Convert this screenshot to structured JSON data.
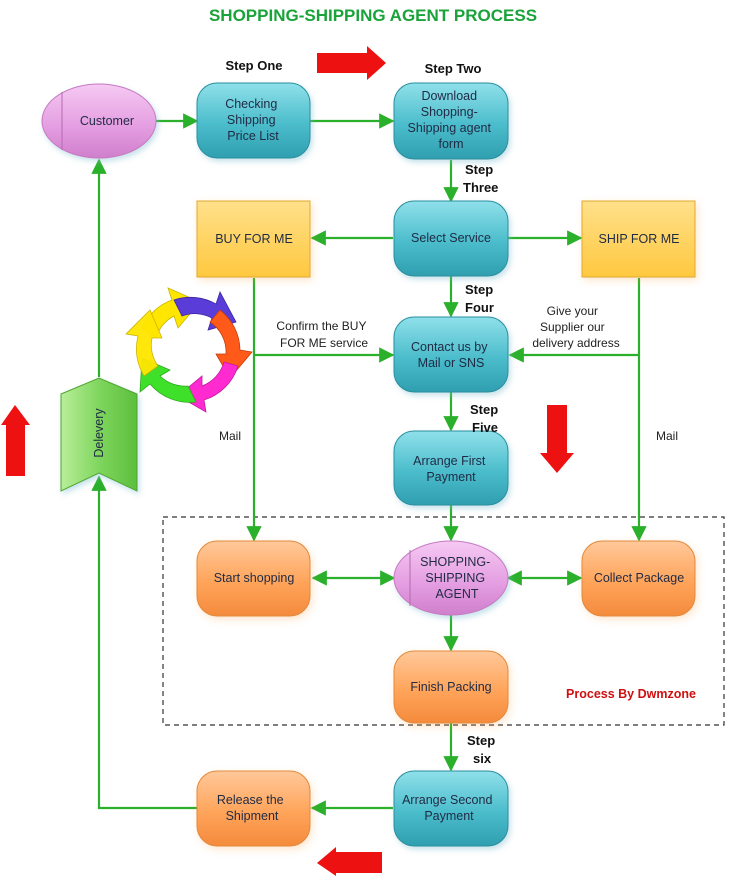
{
  "title": "SHOPPING-SHIPPING AGENT PROCESS",
  "nodes": {
    "customer": [
      "Customer"
    ],
    "checking": [
      "Checking",
      "Shipping",
      "Price List"
    ],
    "download": [
      "Download",
      "Shopping-",
      "Shipping agent",
      "form"
    ],
    "select_service": [
      "Select Service"
    ],
    "buy_for_me": [
      "BUY FOR ME"
    ],
    "ship_for_me": [
      "SHIP FOR ME"
    ],
    "contact": [
      "Contact us by",
      "Mail or SNS"
    ],
    "arrange_first": [
      "Arrange First",
      "Payment"
    ],
    "start_shopping": [
      "Start shopping"
    ],
    "agent": [
      "SHOPPING-",
      "SHIPPING",
      "AGENT"
    ],
    "collect": [
      "Collect Package"
    ],
    "finish_packing": [
      "Finish Packing"
    ],
    "arrange_second": [
      "Arrange Second",
      "Payment"
    ],
    "release": [
      "Release the",
      "Shipment"
    ],
    "delivery": [
      "Delevery"
    ]
  },
  "steps": {
    "one": [
      "Step One"
    ],
    "two": [
      "Step Two"
    ],
    "three": [
      "Step",
      "Three"
    ],
    "four": [
      "Step",
      "Four"
    ],
    "five": [
      "Step",
      "Five"
    ],
    "six": [
      "Step",
      "six"
    ]
  },
  "labels": {
    "confirm": [
      "Confirm the BUY",
      "FOR ME service"
    ],
    "give": [
      "Give your",
      "Supplier our",
      "delivery address"
    ],
    "mail_left": [
      "Mail"
    ],
    "mail_right": [
      "Mail"
    ]
  },
  "credit": "Process By Dwmzone",
  "colors": {
    "teal_node": "#4bbccb",
    "teal_border": "#2a8f9e",
    "pink_node": "#e39ce0",
    "orange_node": "#ffa45a",
    "yellow_node": "#ffd05a",
    "green_node": "#7fd65e",
    "edge": "#2bb02b",
    "red_arrow": "#ee1111",
    "title": "#1aa33a"
  }
}
